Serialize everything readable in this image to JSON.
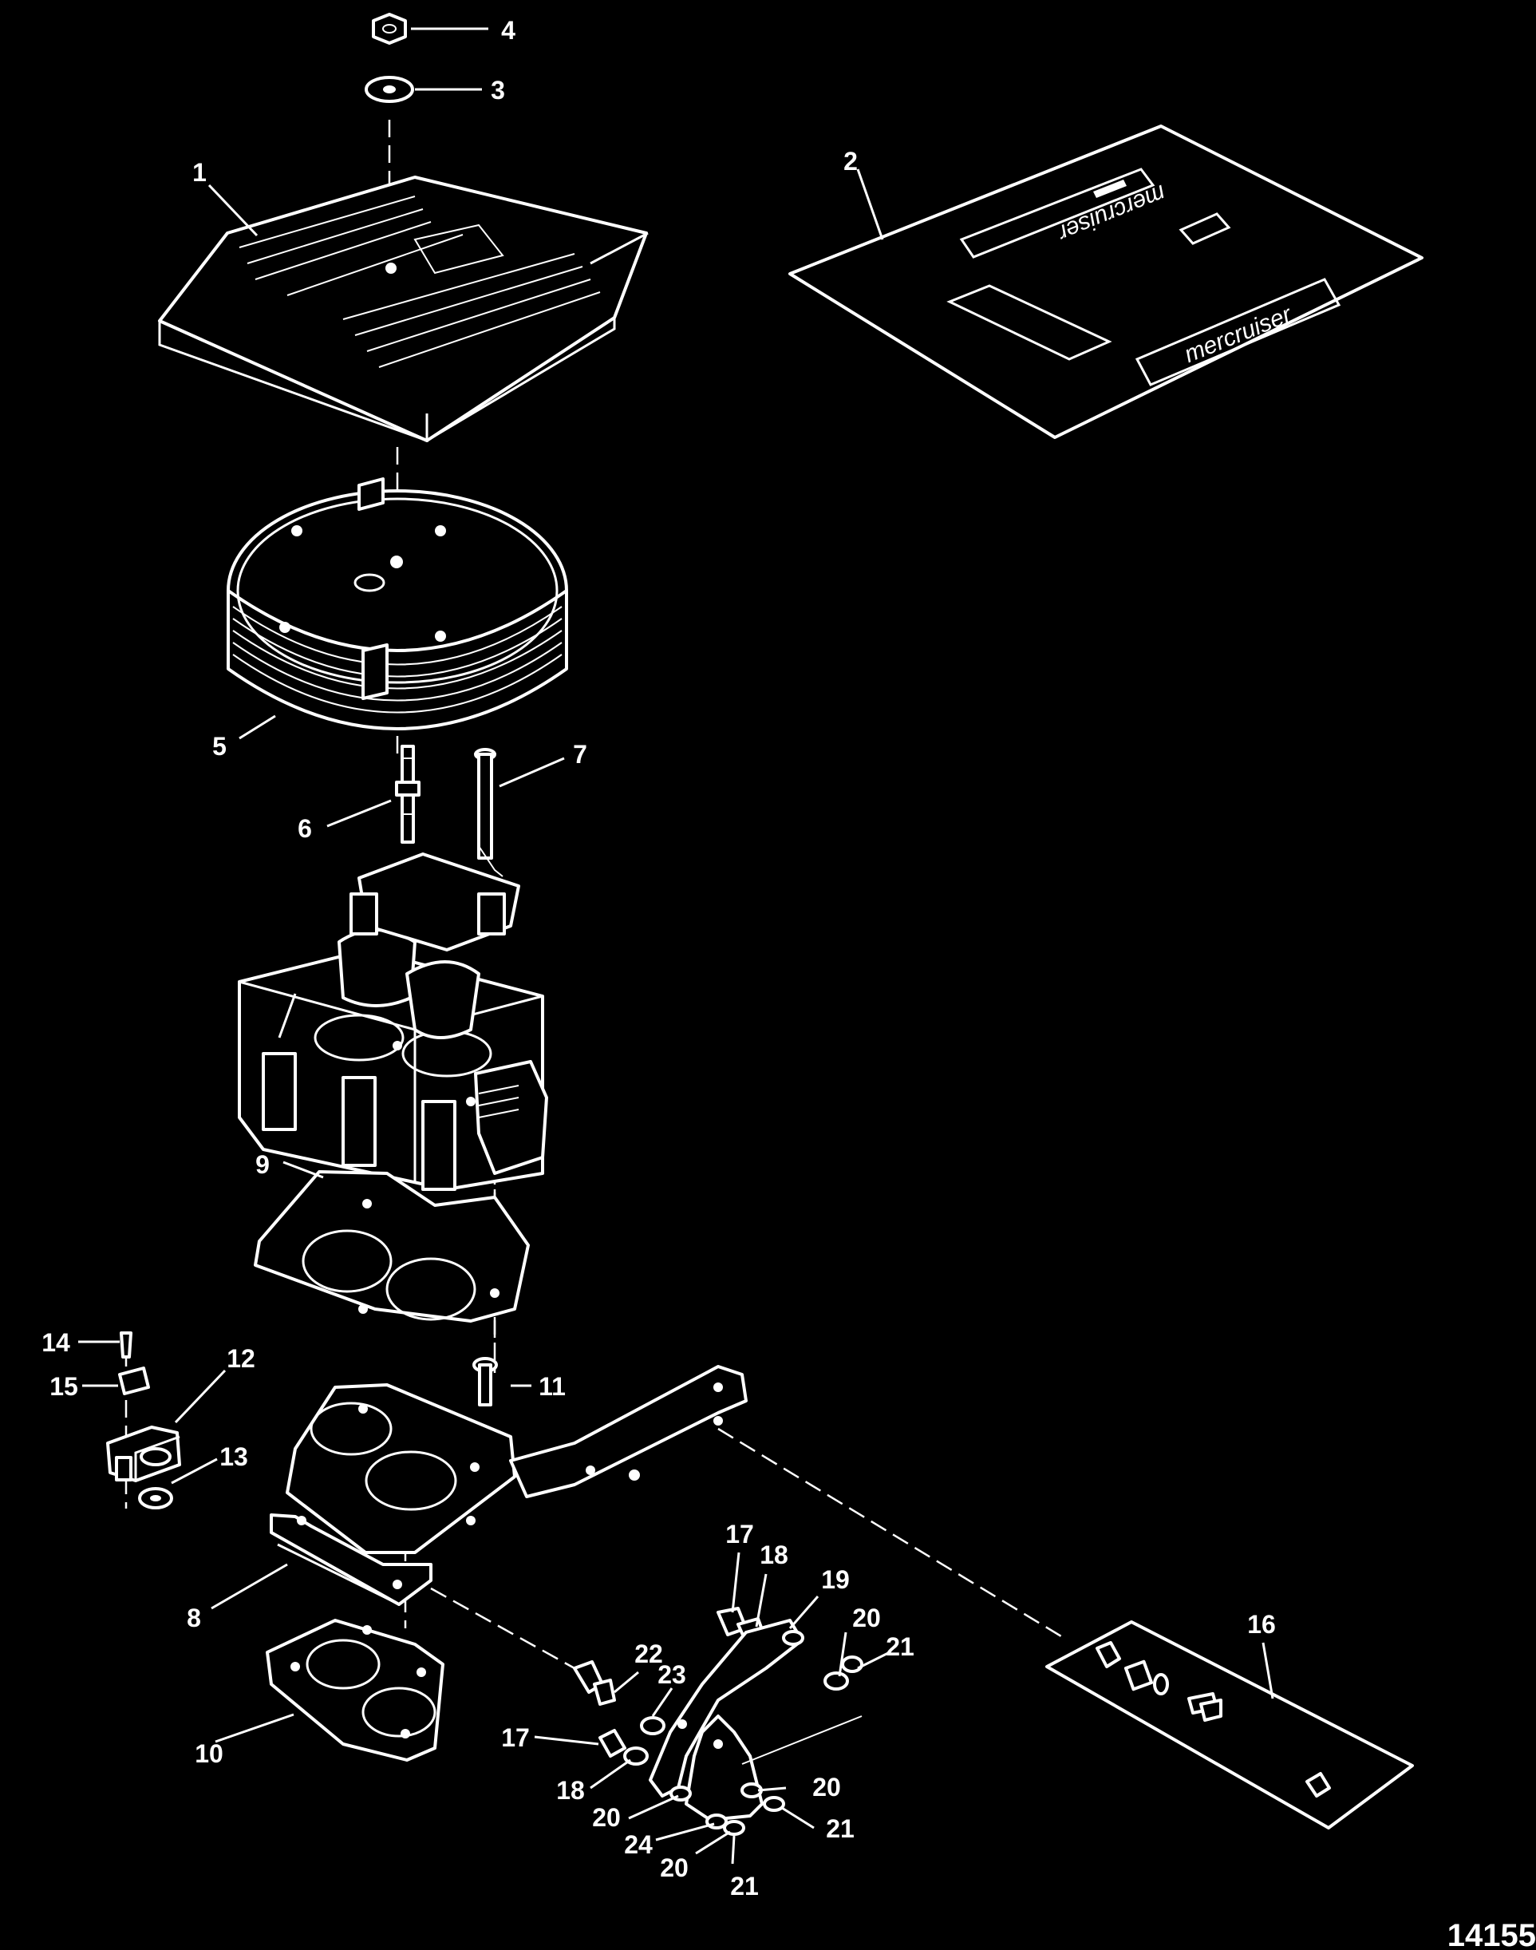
{
  "diagram": {
    "reference_number": "14155",
    "decal_brand": "mercruiser",
    "callouts": [
      "1",
      "2",
      "3",
      "4",
      "5",
      "6",
      "7",
      "8",
      "9",
      "10",
      "11",
      "12",
      "13",
      "14",
      "15",
      "16",
      "17",
      "18",
      "19",
      "20",
      "21",
      "22",
      "23",
      "24"
    ],
    "repeat_callouts": {
      "c17b": "17",
      "c18b": "18",
      "c20b": "20",
      "c20c": "20",
      "c20d": "20",
      "c21b": "21",
      "c21c": "21"
    }
  }
}
